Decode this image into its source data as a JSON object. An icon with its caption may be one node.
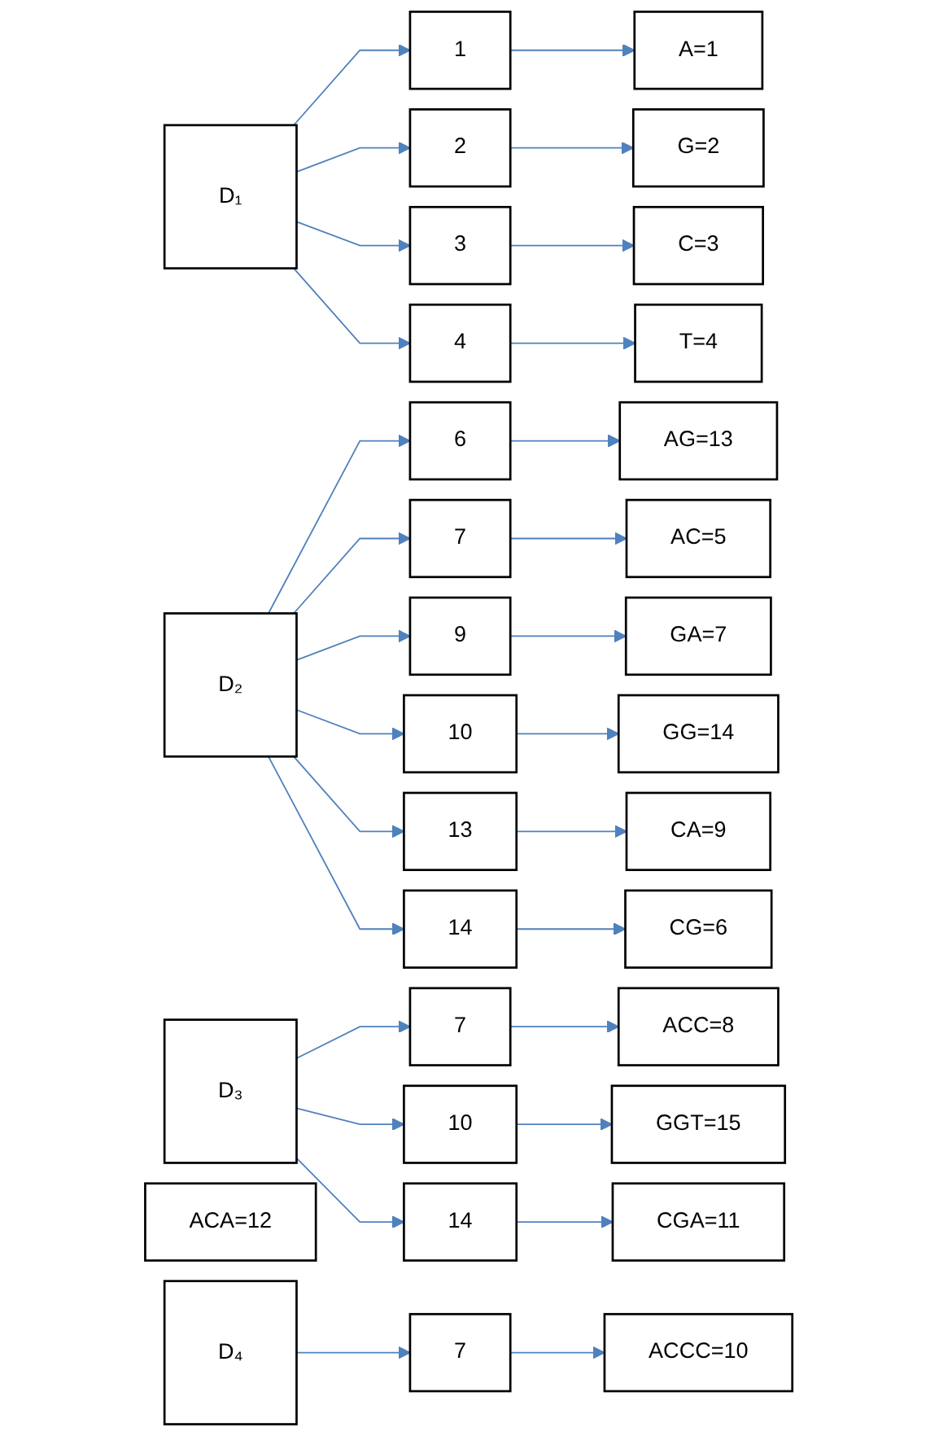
{
  "diagram": {
    "nodes": [
      {
        "text": [
          "D₁"
        ]
      },
      {
        "text": [
          "1"
        ]
      },
      {
        "text": [
          "2"
        ]
      },
      {
        "text": [
          "3"
        ]
      },
      {
        "text": [
          "4"
        ]
      },
      {
        "text": [
          "A=1"
        ]
      },
      {
        "text": [
          "G=2"
        ]
      },
      {
        "text": [
          "C=3"
        ]
      },
      {
        "text": [
          "T=4"
        ]
      },
      {
        "text": [
          "D₂"
        ]
      },
      {
        "text": [
          "6"
        ]
      },
      {
        "text": [
          "7"
        ]
      },
      {
        "text": [
          "9"
        ]
      },
      {
        "text": [
          "10"
        ]
      },
      {
        "text": [
          "13"
        ]
      },
      {
        "text": [
          "14"
        ]
      },
      {
        "text": [
          "AG=13"
        ]
      },
      {
        "text": [
          "AC=5"
        ]
      },
      {
        "text": [
          "GA=7"
        ]
      },
      {
        "text": [
          "GG=14"
        ]
      },
      {
        "text": [
          "CA=9"
        ]
      },
      {
        "text": [
          "CG=6"
        ]
      },
      {
        "text": [
          "D₃"
        ]
      },
      {
        "text": [
          "7"
        ]
      },
      {
        "text": [
          "10"
        ]
      },
      {
        "text": [
          "14"
        ]
      },
      {
        "text": [
          "ACC=8"
        ]
      },
      {
        "text": [
          "ACA=12"
        ]
      },
      {
        "text": [
          "GGT=15"
        ]
      },
      {
        "text": [
          "CGA=11"
        ]
      },
      {
        "text": [
          "D₄"
        ]
      },
      {
        "text": [
          "7"
        ]
      },
      {
        "text": [
          "ACCC=10"
        ]
      }
    ],
    "edges": [
      {
        "from": 0,
        "to": 1,
        "arrow": "to"
      },
      {
        "from": 0,
        "to": 2,
        "arrow": "to"
      },
      {
        "from": 0,
        "to": 3,
        "arrow": "to"
      },
      {
        "from": 0,
        "to": 4,
        "arrow": "to"
      },
      {
        "from": 1,
        "to": 5,
        "arrow": "to"
      },
      {
        "from": 2,
        "to": 6,
        "arrow": "to"
      },
      {
        "from": 3,
        "to": 7,
        "arrow": "to"
      },
      {
        "from": 4,
        "to": 8,
        "arrow": "to"
      },
      {
        "from": 9,
        "to": 10,
        "arrow": "to"
      },
      {
        "from": 9,
        "to": 11,
        "arrow": "to"
      },
      {
        "from": 9,
        "to": 12,
        "arrow": "to"
      },
      {
        "from": 9,
        "to": 13,
        "arrow": "to"
      },
      {
        "from": 9,
        "to": 14,
        "arrow": "to"
      },
      {
        "from": 9,
        "to": 15,
        "arrow": "to"
      },
      {
        "from": 10,
        "to": 16,
        "arrow": "to"
      },
      {
        "from": 11,
        "to": 17,
        "arrow": "to"
      },
      {
        "from": 12,
        "to": 18,
        "arrow": "to"
      },
      {
        "from": 13,
        "to": 19,
        "arrow": "to"
      },
      {
        "from": 14,
        "to": 20,
        "arrow": "to"
      },
      {
        "from": 15,
        "to": 21,
        "arrow": "to"
      },
      {
        "from": 22,
        "to": 23,
        "arrow": "to"
      },
      {
        "from": 22,
        "to": 24,
        "arrow": "to"
      },
      {
        "from": 22,
        "to": 25,
        "arrow": "to"
      },
      {
        "from": 23,
        "to": 26,
        "arrow": "to"
      },
      {
        "from": 24,
        "to": 28,
        "arrow": "to"
      },
      {
        "from": 25,
        "to": 29,
        "arrow": "to"
      },
      {
        "from": 30,
        "to": 31,
        "arrow": "to"
      },
      {
        "from": 31,
        "to": 32,
        "arrow": "to"
      }
    ]
  }
}
